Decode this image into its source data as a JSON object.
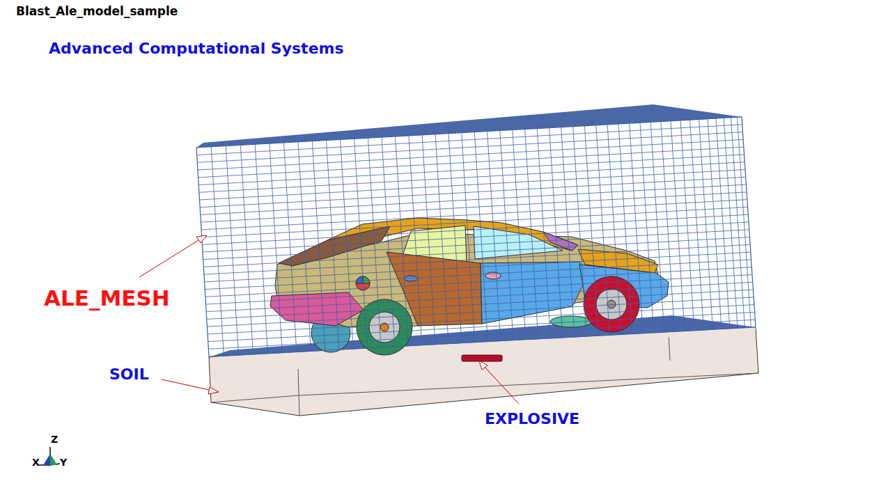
{
  "diagram": {
    "title": "Blast_Ale_model_sample",
    "labels": [
      "Advanced Computational Systems",
      "ALE_MESH",
      "SOIL",
      "EXPLOSIVE",
      "Z",
      "X",
      "Y"
    ]
  }
}
